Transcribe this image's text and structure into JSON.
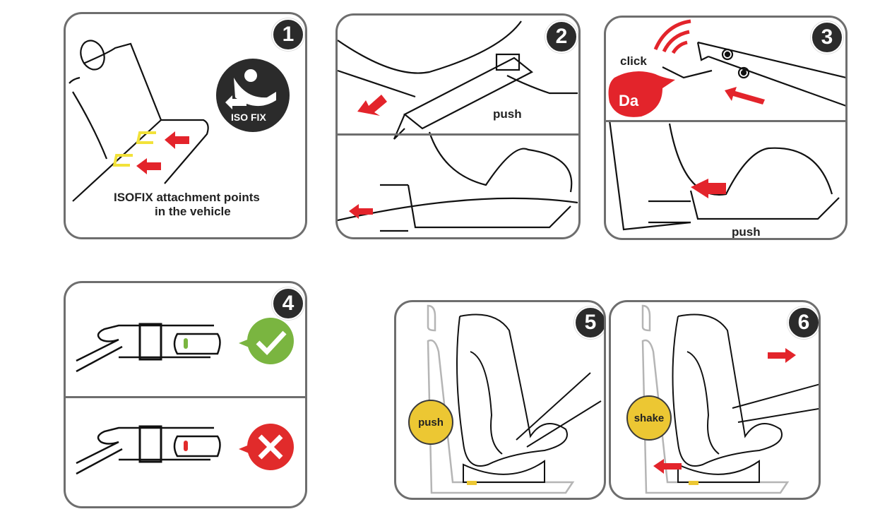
{
  "title": "ISOFIX car seat installation steps",
  "colors": {
    "step_badge": "#2b2b2b",
    "arrow_red": "#e3242b",
    "isofix_yellow": "#f2e23a",
    "bubble_yellow": "#ecc733",
    "ok_green": "#7ab540",
    "error_red": "#e12b2b",
    "panel_border": "#6e6e6e"
  },
  "steps": [
    {
      "number": "1",
      "isofix_logo_label": "ISO FIX",
      "caption_line1": "ISOFIX attachment points",
      "caption_line2": "in the vehicle"
    },
    {
      "number": "2",
      "label": "push"
    },
    {
      "number": "3",
      "sound_label": "click",
      "sound_bubble": "Da",
      "label": "push"
    },
    {
      "number": "4",
      "correct_icon": "check-icon",
      "incorrect_icon": "x-icon"
    },
    {
      "number": "5",
      "bubble_label": "push"
    },
    {
      "number": "6",
      "bubble_label": "shake"
    }
  ]
}
